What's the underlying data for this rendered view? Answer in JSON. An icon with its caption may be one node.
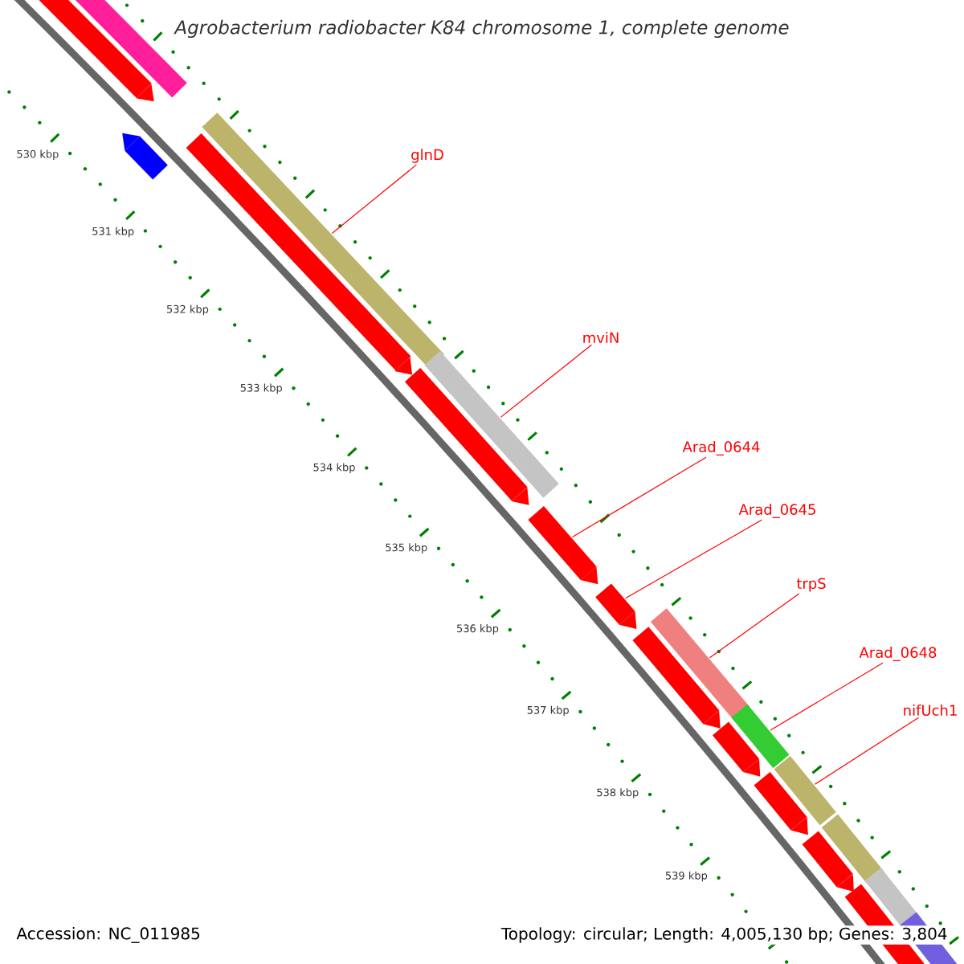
{
  "diagram": {
    "title": "Agrobacterium radiobacter K84 chromosome 1, complete genome",
    "nodes": [
      {
        "text": [
          "glnD"
        ]
      },
      {
        "text": [
          "mviN"
        ]
      },
      {
        "text": [
          "Arad_0644"
        ]
      },
      {
        "text": [
          "Arad_0645"
        ]
      },
      {
        "text": [
          "trpS"
        ]
      },
      {
        "text": [
          "Arad_0648"
        ]
      },
      {
        "text": [
          "nifUch1"
        ]
      },
      {
        "text": [],
        "shape": "arrow"
      },
      {
        "text": [],
        "shape": "bar"
      },
      {
        "text": [],
        "shape": "arrow"
      },
      {
        "text": [],
        "shape": "bar"
      },
      {
        "text": [],
        "shape": "arrow"
      },
      {
        "text": [],
        "shape": "bar"
      },
      {
        "text": [],
        "shape": "arrow"
      },
      {
        "text": [],
        "shape": "arrow"
      },
      {
        "text": [],
        "shape": "arrow"
      },
      {
        "text": [],
        "shape": "arrow"
      },
      {
        "text": [],
        "shape": "bar"
      },
      {
        "text": [],
        "shape": "bar"
      },
      {
        "text": [],
        "shape": "arrow"
      },
      {
        "text": [],
        "shape": "bar"
      },
      {
        "text": [],
        "shape": "arrow"
      },
      {
        "text": [],
        "shape": "bar"
      },
      {
        "text": [],
        "shape": "arrow"
      },
      {
        "text": [],
        "shape": "bar"
      },
      {
        "text": [],
        "shape": "arrow"
      },
      {
        "text": [],
        "shape": "bar"
      }
    ],
    "edges": [
      {
        "from": 0,
        "to": 10,
        "arrow": "none"
      },
      {
        "from": 1,
        "to": 12,
        "arrow": "none"
      },
      {
        "from": 2,
        "to": 14,
        "arrow": "none"
      },
      {
        "from": 3,
        "to": 15,
        "arrow": "none"
      },
      {
        "from": 4,
        "to": 17,
        "arrow": "none"
      },
      {
        "from": 5,
        "to": 18,
        "arrow": "none"
      },
      {
        "from": 6,
        "to": 20,
        "arrow": "none"
      }
    ],
    "labels": [
      "530 kbp",
      "531 kbp",
      "532 kbp",
      "533 kbp",
      "534 kbp",
      "535 kbp",
      "536 kbp",
      "537 kbp",
      "538 kbp",
      "539 kbp",
      "Accession: NC_011985",
      "Topology: circular; Length: 4,005,130 bp; Genes: 3,804"
    ]
  }
}
